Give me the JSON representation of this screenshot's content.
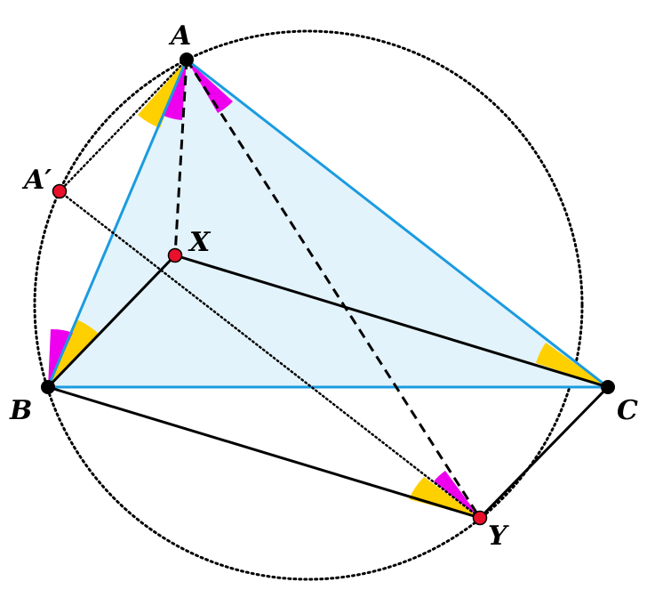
{
  "points": {
    "A": {
      "label": "A"
    },
    "Ap": {
      "label": "A′"
    },
    "B": {
      "label": "B"
    },
    "C": {
      "label": "C"
    },
    "X": {
      "label": "X"
    },
    "Y": {
      "label": "Y"
    }
  },
  "colors": {
    "triangle_fill": "#e3f3fb",
    "triangle_edge": "#1b9be0",
    "segment": "#000000",
    "circle": "#000000",
    "angle_yellow": "#ffd000",
    "angle_magenta": "#ee00ee",
    "vertex_black": "#000000",
    "point_red": "#e8102a"
  }
}
